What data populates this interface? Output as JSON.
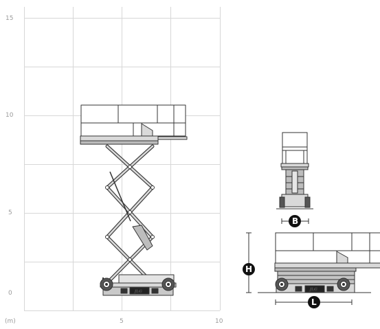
{
  "reach_diagram": {
    "grid": true,
    "y_ticks": [
      "15",
      "10",
      "5",
      "0"
    ],
    "x_ticks": [
      "(m)",
      "5",
      "10"
    ]
  },
  "machine": {
    "brand": "JLG"
  },
  "dimension_markers": {
    "width": "B",
    "height": "H",
    "length": "L"
  },
  "colors": {
    "grid": "#d7d7d7",
    "machine_fill": "#d9d9d9",
    "machine_stroke": "#333333",
    "badge": "#111111"
  }
}
